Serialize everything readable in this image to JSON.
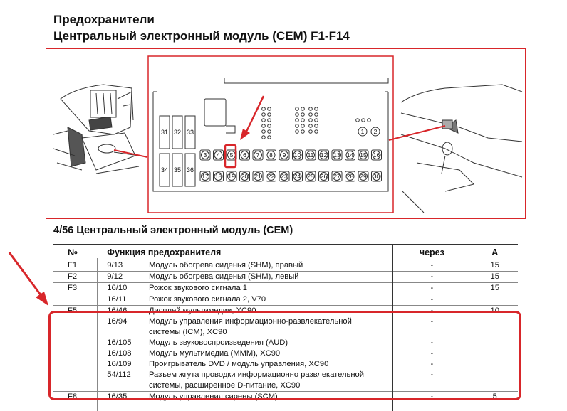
{
  "header": {
    "title_line1": "Предохранители",
    "title_line2": "Центральный электронный модуль (CEM) F1-F14"
  },
  "diagram": {
    "fuses_top_row": [
      "3",
      "4",
      "5",
      "6",
      "7",
      "8",
      "9",
      "10",
      "11",
      "12",
      "13",
      "14",
      "15",
      "16"
    ],
    "fuses_bottom_row": [
      "17",
      "18",
      "19",
      "20",
      "21",
      "22",
      "23",
      "24",
      "25",
      "26",
      "27",
      "28",
      "29",
      "30"
    ],
    "fuses_left_top": [
      "31",
      "32",
      "33"
    ],
    "fuses_left_bottom": [
      "34",
      "35",
      "36"
    ],
    "fuses_round": [
      "1",
      "2"
    ],
    "highlighted_fuse": "5",
    "accent_color": "#d8262a"
  },
  "section_title": "4/56 Центральный электронный модуль (CEM)",
  "table": {
    "headers": {
      "no": "№",
      "func": "Функция предохранителя",
      "via": "через",
      "amp": "A"
    },
    "rows": [
      {
        "no": "F1",
        "code": "9/13",
        "func": "Модуль обогрева сиденья (SHM), правый",
        "via": "-",
        "amp": "15",
        "sep": true
      },
      {
        "no": "F2",
        "code": "9/12",
        "func": "Модуль обогрева сиденья (SHM), левый",
        "via": "-",
        "amp": "15",
        "sep": true
      },
      {
        "no": "F3",
        "code": "16/10",
        "func": "Рожок звукового сигнала 1",
        "via": "-",
        "amp": "15",
        "sep": true
      },
      {
        "no": "",
        "code": "16/11",
        "func": "Рожок звукового сигнала 2, V70",
        "via": "-",
        "amp": "",
        "sep": "r"
      },
      {
        "no": "F5",
        "code": "16/46",
        "func": "Дисплей мультимедии, XC90",
        "via": "-",
        "amp": "10",
        "sep": true
      },
      {
        "no": "",
        "code": "16/94",
        "func": "Модуль управления информационно-развлекательной",
        "via": "-",
        "amp": ""
      },
      {
        "no": "",
        "code": "",
        "func": "системы (ICM), XC90",
        "via": "",
        "amp": ""
      },
      {
        "no": "",
        "code": "16/105",
        "func": "Модуль звуковоспроизведения (AUD)",
        "via": "-",
        "amp": ""
      },
      {
        "no": "",
        "code": "16/108",
        "func": "Модуль мультимедиа (MMM), XC90",
        "via": "-",
        "amp": ""
      },
      {
        "no": "",
        "code": "16/109",
        "func": "Проигрыватель DVD / модуль управления, XC90",
        "via": "-",
        "amp": ""
      },
      {
        "no": "",
        "code": "54/112",
        "func": "Разъем жгута проводки информационно развлекательной",
        "via": "-",
        "amp": ""
      },
      {
        "no": "",
        "code": "",
        "func": "системы, расширенное D-питание, XC90",
        "via": "",
        "amp": ""
      },
      {
        "no": "F8",
        "code": "16/35",
        "func": "Модуль управления сирены (SCM)",
        "via": "-",
        "amp": "5",
        "sep": true
      }
    ]
  }
}
